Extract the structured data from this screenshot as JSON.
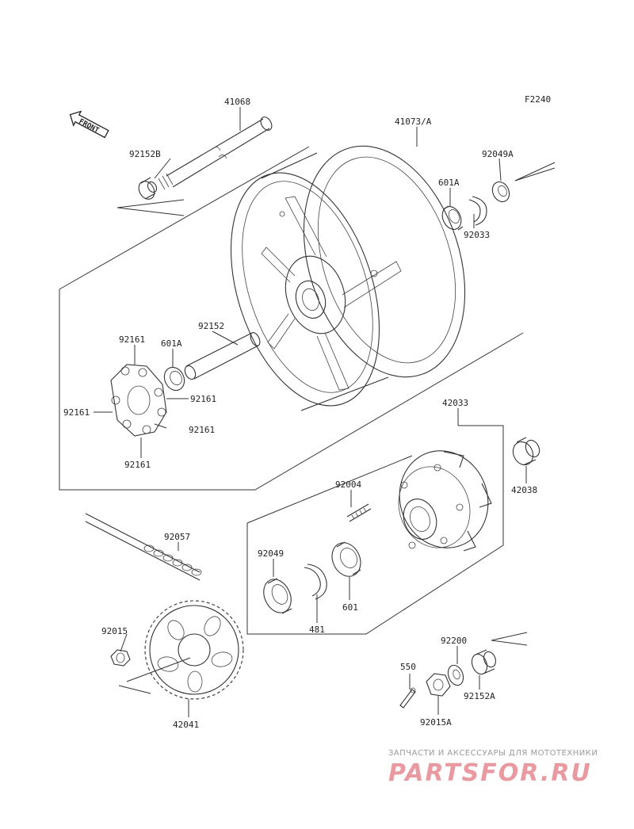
{
  "figure_code": "F2240",
  "front_label": "FRONT",
  "labels": {
    "p41068": "41068",
    "p92152B": "92152B",
    "p41073A": "41073/A",
    "p92049A": "92049A",
    "p601A_top": "601A",
    "p92033": "92033",
    "p92152": "92152",
    "p92161_top": "92161",
    "p601A_left": "601A",
    "p92161_right1": "92161",
    "p92161_left": "92161",
    "p92161_right2": "92161",
    "p92161_bottom": "92161",
    "p42033": "42033",
    "p92004": "92004",
    "p42038": "42038",
    "p92057": "92057",
    "p92049": "92049",
    "p601": "601",
    "p481": "481",
    "p92015": "92015",
    "p42041": "42041",
    "p92200": "92200",
    "p550": "550",
    "p92152A": "92152A",
    "p92015A": "92015A"
  },
  "watermark": {
    "caption": "ЗАПЧАСТИ И АКСЕССУАРЫ ДЛЯ МОТОТЕХНИКИ",
    "logo": "PARTSFOR.RU",
    "logo_color": "#e89aa0"
  }
}
